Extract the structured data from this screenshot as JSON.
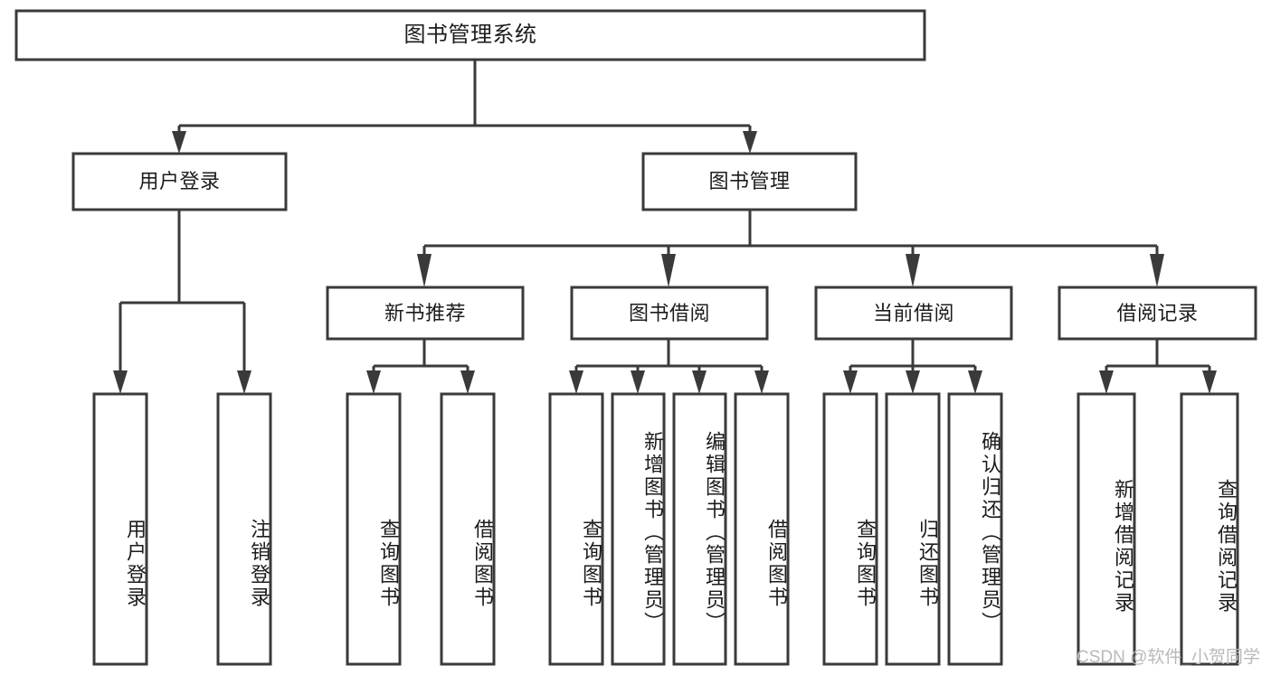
{
  "diagram": {
    "type": "tree",
    "title": "图书管理系统",
    "root": {
      "id": "root",
      "label": "图书管理系统",
      "orientation": "horizontal"
    },
    "level2": [
      {
        "id": "user-login",
        "label": "用户登录",
        "orientation": "horizontal"
      },
      {
        "id": "book-management",
        "label": "图书管理",
        "orientation": "horizontal"
      }
    ],
    "level3": [
      {
        "id": "new-book-recommend",
        "label": "新书推荐",
        "orientation": "horizontal",
        "parent": "book-management"
      },
      {
        "id": "book-borrow",
        "label": "图书借阅",
        "orientation": "horizontal",
        "parent": "book-management"
      },
      {
        "id": "current-borrow",
        "label": "当前借阅",
        "orientation": "horizontal",
        "parent": "book-management"
      },
      {
        "id": "borrow-record",
        "label": "借阅记录",
        "orientation": "horizontal",
        "parent": "book-management"
      }
    ],
    "leaves": [
      {
        "id": "leaf-user-login",
        "label": "用户登录",
        "orientation": "vertical",
        "parent": "user-login"
      },
      {
        "id": "leaf-user-logout",
        "label": "注销登录",
        "orientation": "vertical",
        "parent": "user-login"
      },
      {
        "id": "leaf-query-book-1",
        "label": "查询图书",
        "orientation": "vertical",
        "parent": "new-book-recommend"
      },
      {
        "id": "leaf-borrow-book-1",
        "label": "借阅图书",
        "orientation": "vertical",
        "parent": "new-book-recommend"
      },
      {
        "id": "leaf-query-book-2",
        "label": "查询图书",
        "orientation": "vertical",
        "parent": "book-borrow"
      },
      {
        "id": "leaf-add-book",
        "label": "新增图书（管理员）",
        "orientation": "vertical",
        "parent": "book-borrow"
      },
      {
        "id": "leaf-edit-book",
        "label": "编辑图书（管理员）",
        "orientation": "vertical",
        "parent": "book-borrow"
      },
      {
        "id": "leaf-borrow-book-2",
        "label": "借阅图书",
        "orientation": "vertical",
        "parent": "book-borrow"
      },
      {
        "id": "leaf-query-book-3",
        "label": "查询图书",
        "orientation": "vertical",
        "parent": "current-borrow"
      },
      {
        "id": "leaf-return-book",
        "label": "归还图书",
        "orientation": "vertical",
        "parent": "current-borrow"
      },
      {
        "id": "leaf-confirm-return",
        "label": "确认归还（管理员）",
        "orientation": "vertical",
        "parent": "current-borrow"
      },
      {
        "id": "leaf-add-record",
        "label": "新增借阅记录",
        "orientation": "vertical",
        "parent": "borrow-record"
      },
      {
        "id": "leaf-query-record",
        "label": "查询借阅记录",
        "orientation": "vertical",
        "parent": "borrow-record"
      }
    ],
    "colors": {
      "stroke": "#3a3a3a",
      "fill": "#ffffff",
      "text": "#1c1c1c",
      "watermark": "#b9b9b9"
    }
  },
  "watermark": {
    "text": "CSDN @软件_小贺同学"
  }
}
